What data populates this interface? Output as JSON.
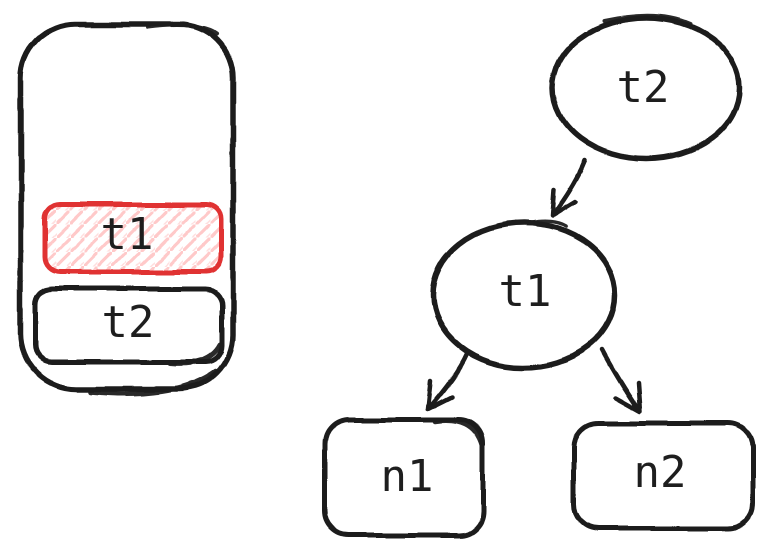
{
  "diagram": {
    "colors": {
      "ink": "#1e1e1e",
      "accent": "#e03131",
      "hatch": "#ffc9c9",
      "background": "#ffffff"
    },
    "stack": {
      "items": [
        {
          "label": "t1",
          "highlighted": true,
          "fill_style": "red-diagonal-hatch"
        },
        {
          "label": "t2",
          "highlighted": false,
          "fill_style": "none"
        }
      ]
    },
    "tree": {
      "nodes": [
        {
          "id": "t2",
          "label": "t2",
          "shape": "ellipse"
        },
        {
          "id": "t1",
          "label": "t1",
          "shape": "ellipse"
        },
        {
          "id": "n1",
          "label": "n1",
          "shape": "rounded-rectangle"
        },
        {
          "id": "n2",
          "label": "n2",
          "shape": "rounded-rectangle"
        }
      ],
      "edges": [
        {
          "from": "t2",
          "to": "t1"
        },
        {
          "from": "t1",
          "to": "n1"
        },
        {
          "from": "t1",
          "to": "n2"
        }
      ]
    }
  }
}
